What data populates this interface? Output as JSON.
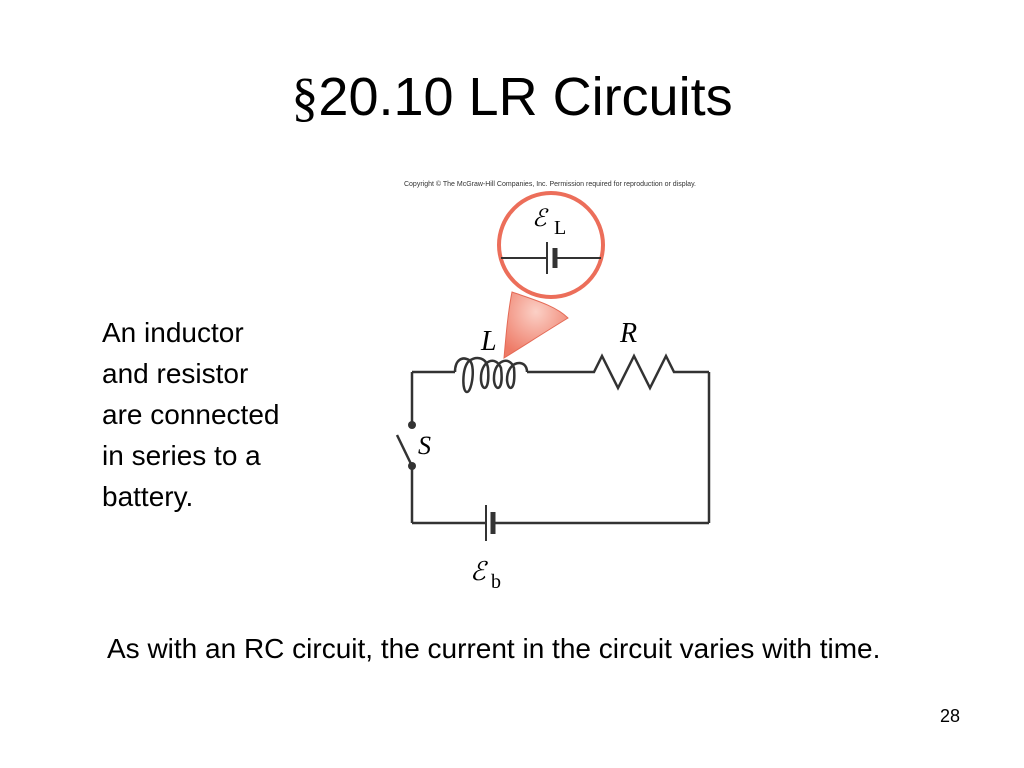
{
  "slide": {
    "section_symbol": "§",
    "title_text": "20.10 LR Circuits",
    "side_text_lines": [
      "An inductor",
      "and resistor",
      "are connected",
      "in series to a",
      "battery."
    ],
    "bottom_text": "As with an RC circuit, the current in the circuit varies with time.",
    "page_number": "28"
  },
  "diagram": {
    "copyright": "Copyright © The McGraw-Hill Companies, Inc. Permission required for reproduction or display.",
    "inductor_label": "L",
    "resistor_label": "R",
    "switch_label": "S",
    "inductor_emf_symbol": "ℰ",
    "inductor_emf_subscript": "L",
    "battery_emf_symbol": "ℰ",
    "battery_emf_subscript": "b",
    "colors": {
      "wire": "#333333",
      "callout_fill": "#f08a78",
      "callout_ring": "#e86a58",
      "callout_inner": "#ffffff"
    }
  }
}
